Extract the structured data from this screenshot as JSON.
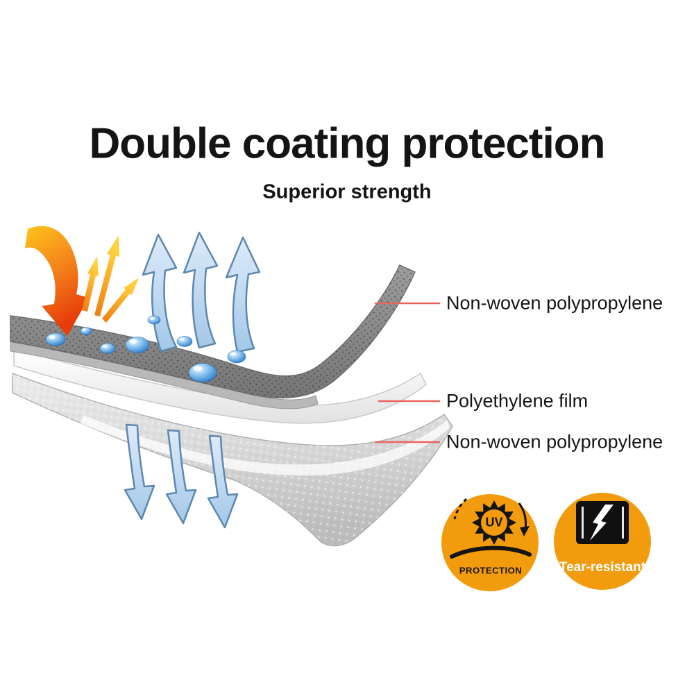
{
  "header": {
    "title": "Double coating protection",
    "subtitle": "Superior strength"
  },
  "diagram": {
    "layers": [
      {
        "name": "top-sheet",
        "label": "Non-woven polypropylene"
      },
      {
        "name": "middle-film",
        "label": "Polyethylene film"
      },
      {
        "name": "bottom-sheet",
        "label": "Non-woven polypropylene"
      }
    ]
  },
  "badges": {
    "uv": {
      "icon_text": "UV",
      "label": "PROTECTION"
    },
    "tear": {
      "label": "Tear-resistant"
    }
  },
  "icons": {
    "uv_badge": "sun-burst-icon",
    "tear_badge": "torn-fabric-icon",
    "heat": "heat-arrow-icon",
    "vapor_up": "vapor-arrow-up-icon",
    "vapor_down": "vapor-arrow-down-icon",
    "droplet": "water-droplet-icon"
  },
  "colors": {
    "badge_orange": "#F29B0C",
    "leader_line": "#E8645C",
    "arrow_blue": "#B9D7ED",
    "droplet_blue": "#2F7FD0",
    "heat_orange": "#F07812",
    "sheet_dark": "#8C8C8C",
    "sheet_light": "#D6D6D6",
    "film_white": "#FFFFFF",
    "text_black": "#141414"
  }
}
